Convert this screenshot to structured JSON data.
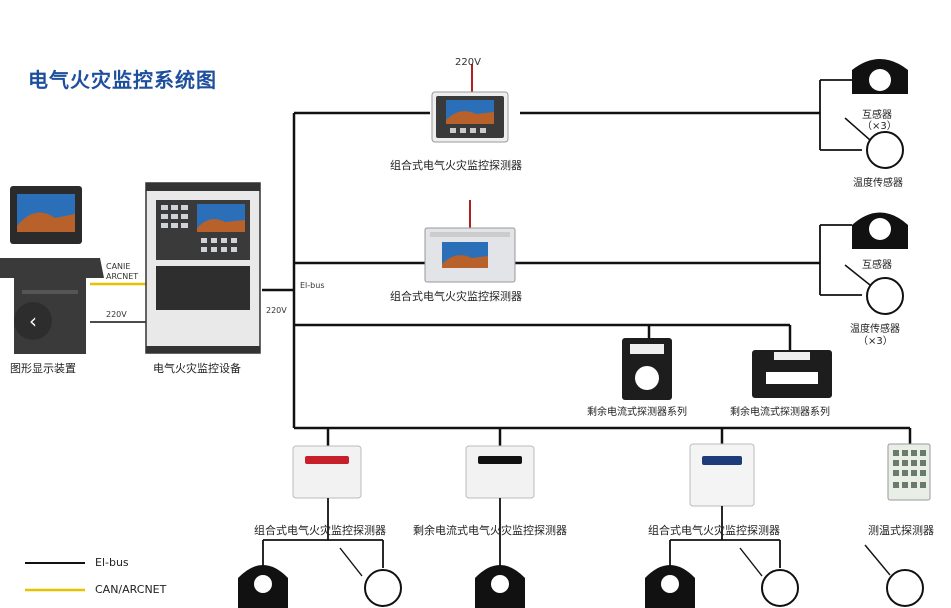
{
  "title": "电气火灾监控系统图",
  "labels": {
    "v220_top": "220V",
    "v220_mid": "220V",
    "v220_left": "220V",
    "canie": "CANIE",
    "arcnet": "ARCNET",
    "elbus_mid": "El-bus",
    "display_device": "图形显示装置",
    "monitor_device": "电气火灾监控设备",
    "combo_detector_1": "组合式电气火灾监控探测器",
    "combo_detector_2": "组合式电气火灾监控探测器",
    "transformer_1": "互感器",
    "transformer_1_count": "（×3）",
    "temp_sensor_1": "温度传感器",
    "transformer_2": "互感器",
    "temp_sensor_2": "温度传感器",
    "temp_sensor_2_count": "（×3）",
    "residual_series_1": "剩余电流式探测器系列",
    "residual_series_2": "剩余电流式探测器系列",
    "bottom_combo_1": "组合式电气火灾监控探测器",
    "bottom_residual": "剩余电流式电气火灾监控探测器",
    "bottom_combo_2": "组合式电气火灾监控探测器",
    "bottom_temp": "测温式探测器"
  },
  "legend": {
    "elbus": "El-bus",
    "canarcnet": "CAN/ARCNET"
  },
  "nav": {
    "prev_glyph": "‹"
  },
  "colors": {
    "title": "#1e4f9c",
    "wire": "#111111",
    "can": "#e8c200",
    "screen": "#2a6fb8"
  }
}
